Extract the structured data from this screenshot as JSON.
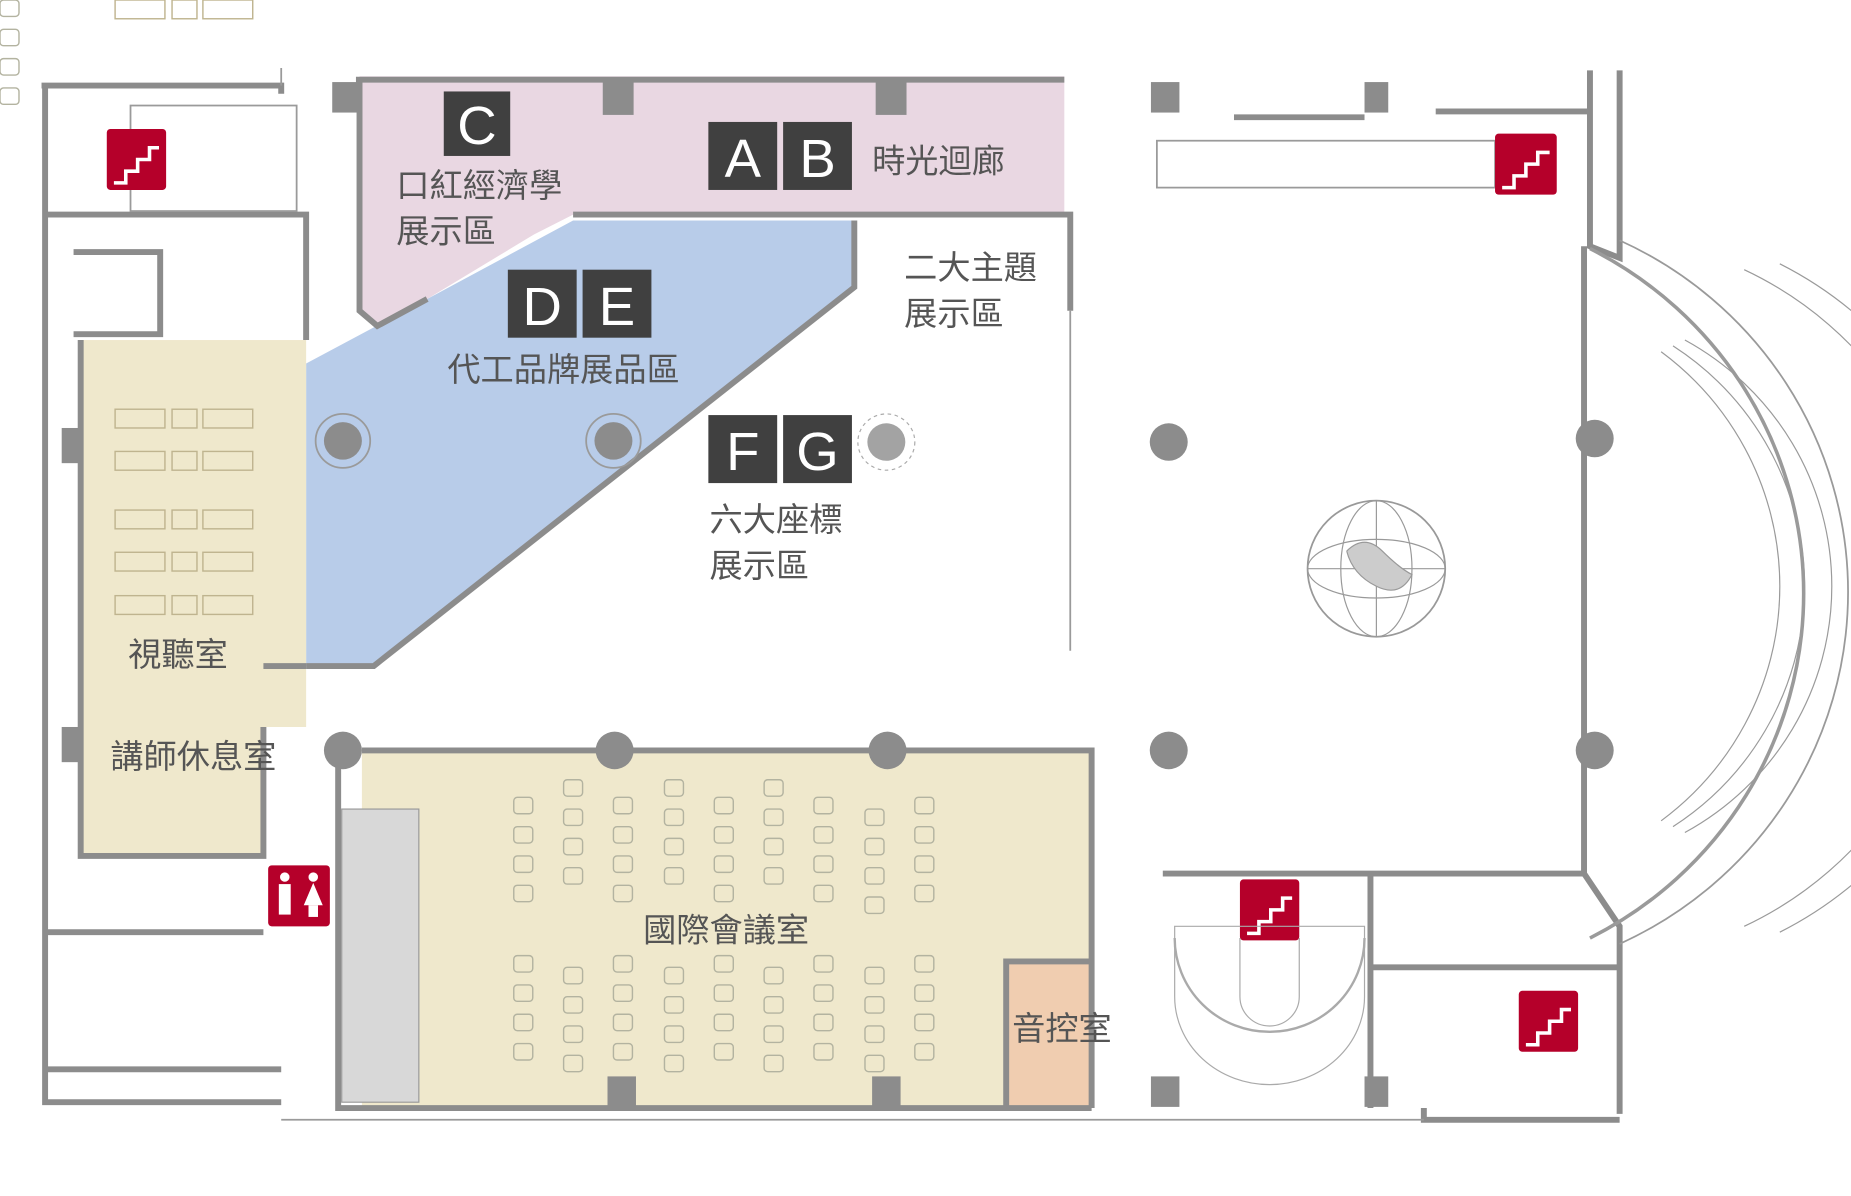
{
  "colors": {
    "pink_zone": "#e9d7e2",
    "blue_zone": "#b8cce9",
    "beige_room": "#efe8cc",
    "orange_room": "#f0cdb0",
    "badge": "#404040",
    "stairs_sign": "#b5002a",
    "wall": "#8c8c8c"
  },
  "zones": {
    "c": {
      "badge": "C",
      "label_line1": "口紅經濟學",
      "label_line2": "展示區"
    },
    "ab": {
      "badges": [
        "A",
        "B"
      ],
      "label": "時光迴廊"
    },
    "de": {
      "badges": [
        "D",
        "E"
      ],
      "label": "代工品牌展品區"
    },
    "fg": {
      "badges": [
        "F",
        "G"
      ],
      "label_line1": "六大座標",
      "label_line2": "展示區"
    },
    "theme": {
      "label_line1": "二大主題",
      "label_line2": "展示區"
    }
  },
  "rooms": {
    "av_room": "視聽室",
    "lecturer_lounge": "講師休息室",
    "conference_room": "國際會議室",
    "control_room": "音控室"
  },
  "icons": [
    "stairs-icon",
    "restroom-icon",
    "globe-icon",
    "wheelchair-icon"
  ]
}
